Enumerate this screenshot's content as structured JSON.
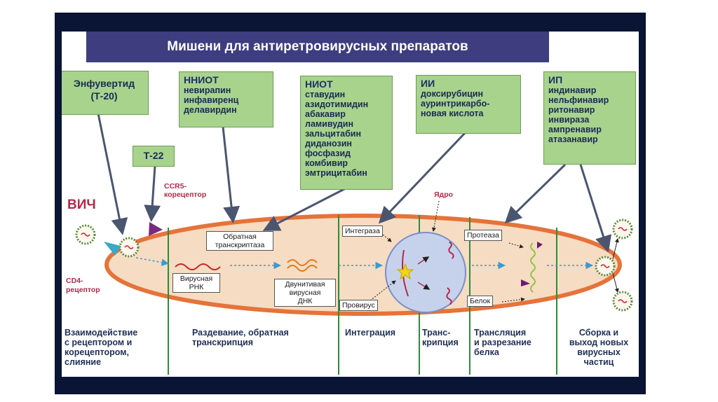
{
  "title": "Мишени для антиретровирусных препаратов",
  "boxes": {
    "enfuvirtide": {
      "lines": [
        "Энфувертид",
        "(Т-20)"
      ]
    },
    "t22": {
      "label": "Т-22"
    },
    "nniot": {
      "heading": "ННИОТ",
      "drugs": [
        "невирапин",
        "инфавиренц",
        "делавирдин"
      ]
    },
    "niot": {
      "heading": "НИОТ",
      "drugs": [
        "ставудин",
        "азидотимидин",
        "абакавир",
        "ламивудин",
        "зальцитабин",
        "диданозин",
        "фосфазид",
        "комбивир",
        "эмтрицитабин"
      ]
    },
    "ii": {
      "heading": "ИИ",
      "drugs": [
        "доксирубицин",
        "ауринтрикарбо-",
        "новая кислота"
      ]
    },
    "ip": {
      "heading": "ИП",
      "drugs": [
        "индинавир",
        "нельфинавир",
        "ритонавир",
        "инвираза",
        "ампренавир",
        "атазанавир"
      ]
    }
  },
  "labels": {
    "hiv": "ВИЧ",
    "ccr5": [
      "CCR5-",
      "корецептор"
    ],
    "cd4": [
      "CD4-",
      "рецептор"
    ],
    "nucleus": "Ядро",
    "rt": [
      "Обратная",
      "транскриптаза"
    ],
    "viral_rna": [
      "Вирусная",
      "РНК"
    ],
    "dsdna": [
      "Двунитивая",
      "вирусная",
      "ДНК"
    ],
    "integrase": "Интеграза",
    "provirus": "Провирус",
    "protease": "Протеаза",
    "protein": "Белок"
  },
  "stages": [
    [
      "Взаимодействие",
      "с рецептором и",
      "корецептором,",
      "слияние"
    ],
    [
      "Раздевание, обратная",
      "транскрипция"
    ],
    [
      "Интеграция"
    ],
    [
      "Транс-",
      "крипция"
    ],
    [
      "Трансляция",
      "и разрезание",
      "белка"
    ],
    [
      "Сборка и",
      "выход новых",
      "вирусных",
      "частиц"
    ]
  ],
  "colors": {
    "frame": "#0a1434",
    "title_bg": "#3d3d80",
    "box": "#a8d38d",
    "cell_fill": "#f6dcc2",
    "cell_border": "#e5733a",
    "divider": "#2e8b3a",
    "arrow": "#4a5570"
  }
}
